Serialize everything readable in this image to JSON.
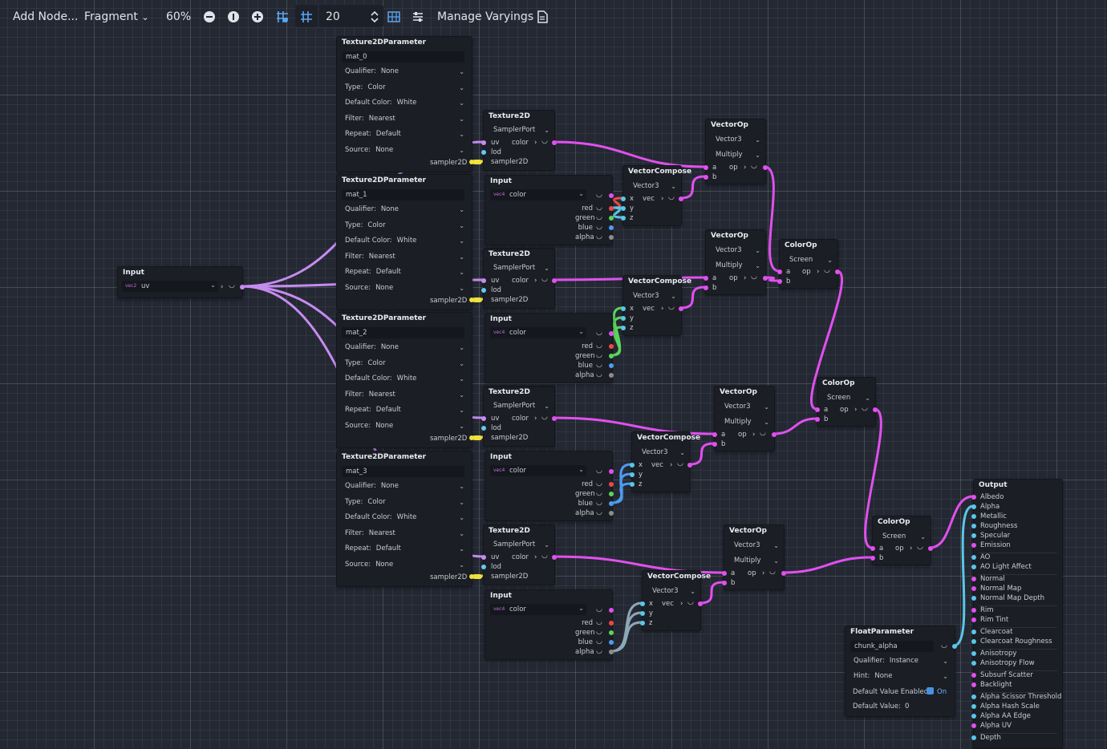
{
  "toolbar": {
    "add_node": "Add Node...",
    "mode": "Fragment",
    "zoom": "60%",
    "grid_step": "20",
    "manage_varyings": "Manage Varyings",
    "icons": [
      "zoom-out-icon",
      "zoom-reset-icon",
      "zoom-in-icon",
      "grid-snap-icon",
      "grid-toggle-icon",
      "spinner-icon",
      "minimap-icon",
      "arrange-icon",
      "shader-file-icon"
    ]
  },
  "colors": {
    "uv": "#c58cf0",
    "vector": "#e150ef",
    "sampler": "#f0e23a",
    "float": "#59c7e8",
    "lod": "#66c9ec"
  },
  "labels": {
    "tex_param": "Texture2DParameter",
    "texture2d": "Texture2D",
    "input": "Input",
    "vector_compose": "VectorCompose",
    "vector_op": "VectorOp",
    "color_op": "ColorOp",
    "output": "Output",
    "float_param": "FloatParameter",
    "qualifier": "Qualifier:",
    "type": "Type:",
    "default_color": "Default Color:",
    "filter": "Filter:",
    "repeat": "Repeat:",
    "source": "Source:",
    "sampler2d": "sampler2D",
    "sampler_port": "SamplerPort",
    "uv": "uv",
    "lod": "lod",
    "color": "color",
    "red": "red",
    "green": "green",
    "blue": "blue",
    "alpha": "alpha",
    "x": "x",
    "y": "y",
    "z": "z",
    "vec": "vec",
    "vector3": "Vector3",
    "multiply": "Multiply",
    "screen": "Screen",
    "a": "a",
    "b": "b",
    "op": "op"
  },
  "uv_input": {
    "value": "uv"
  },
  "tex_params": [
    {
      "name": "mat_0",
      "qualifier": "None",
      "type": "Color",
      "default_color": "White",
      "filter": "Nearest",
      "repeat": "Default",
      "source": "None"
    },
    {
      "name": "mat_1",
      "qualifier": "None",
      "type": "Color",
      "default_color": "White",
      "filter": "Nearest",
      "repeat": "Default",
      "source": "None"
    },
    {
      "name": "mat_2",
      "qualifier": "None",
      "type": "Color",
      "default_color": "White",
      "filter": "Nearest",
      "repeat": "Default",
      "source": "None"
    },
    {
      "name": "mat_3",
      "qualifier": "None",
      "type": "Color",
      "default_color": "White",
      "filter": "Nearest",
      "repeat": "Default",
      "source": "None"
    }
  ],
  "float_param": {
    "name": "chunk_alpha",
    "qualifier_label": "Qualifier:",
    "qualifier": "Instance",
    "hint_label": "Hint:",
    "hint": "None",
    "default_enabled_label": "Default Value Enabled:",
    "default_enabled": "On",
    "default_value_label": "Default Value:",
    "default_value": "0"
  },
  "output_ports": [
    "Albedo",
    "Alpha",
    "Metallic",
    "Roughness",
    "Specular",
    "Emission",
    "AO",
    "AO Light Affect",
    "Normal",
    "Normal Map",
    "Normal Map Depth",
    "Rim",
    "Rim Tint",
    "Clearcoat",
    "Clearcoat Roughness",
    "Anisotropy",
    "Anisotropy Flow",
    "Subsurf Scatter",
    "Backlight",
    "Alpha Scissor Threshold",
    "Alpha Hash Scale",
    "Alpha AA Edge",
    "Alpha UV",
    "Depth"
  ]
}
